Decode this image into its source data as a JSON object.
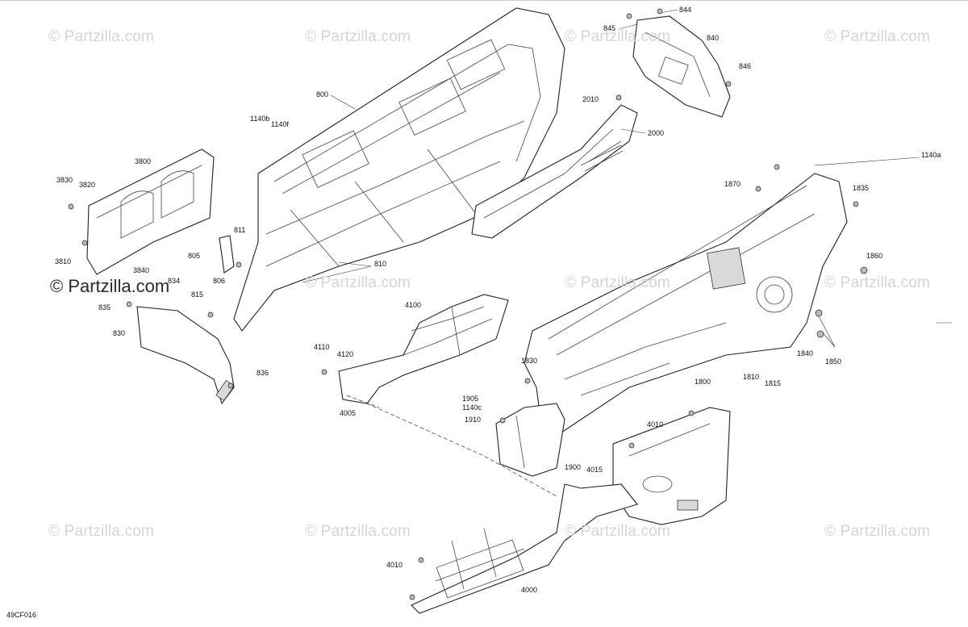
{
  "diagram": {
    "code": "49CF016",
    "watermark": "© Partzilla.com",
    "watermark_strong": "© Partzilla.com",
    "labels": {
      "l844": "844",
      "l845": "845",
      "l840": "840",
      "l846": "846",
      "l800": "800",
      "l1140b": "1140b",
      "l1140f": "1140f",
      "l2010": "2010",
      "l2000": "2000",
      "l3800": "3800",
      "l3830": "3830",
      "l3820": "3820",
      "l3810": "3810",
      "l3840": "3840",
      "l811": "811",
      "l805": "805",
      "l806": "806",
      "l810": "810",
      "l834": "834",
      "l815": "815",
      "l835": "835",
      "l830": "830",
      "l836": "836",
      "l1140a": "1140a",
      "l1870": "1870",
      "l1835": "1835",
      "l1860": "1860",
      "l4100": "4100",
      "l4110": "4110",
      "l4120": "4120",
      "l4005": "4005",
      "l1830": "1830",
      "l1800": "1800",
      "l1840": "1840",
      "l1850": "1850",
      "l1810": "1810",
      "l1815": "1815",
      "l1905": "1905",
      "l1140c": "1140c",
      "l1910": "1910",
      "l4010a": "4010",
      "l1900": "1900",
      "l4015": "4015",
      "l4010b": "4010",
      "l4000": "4000"
    }
  }
}
